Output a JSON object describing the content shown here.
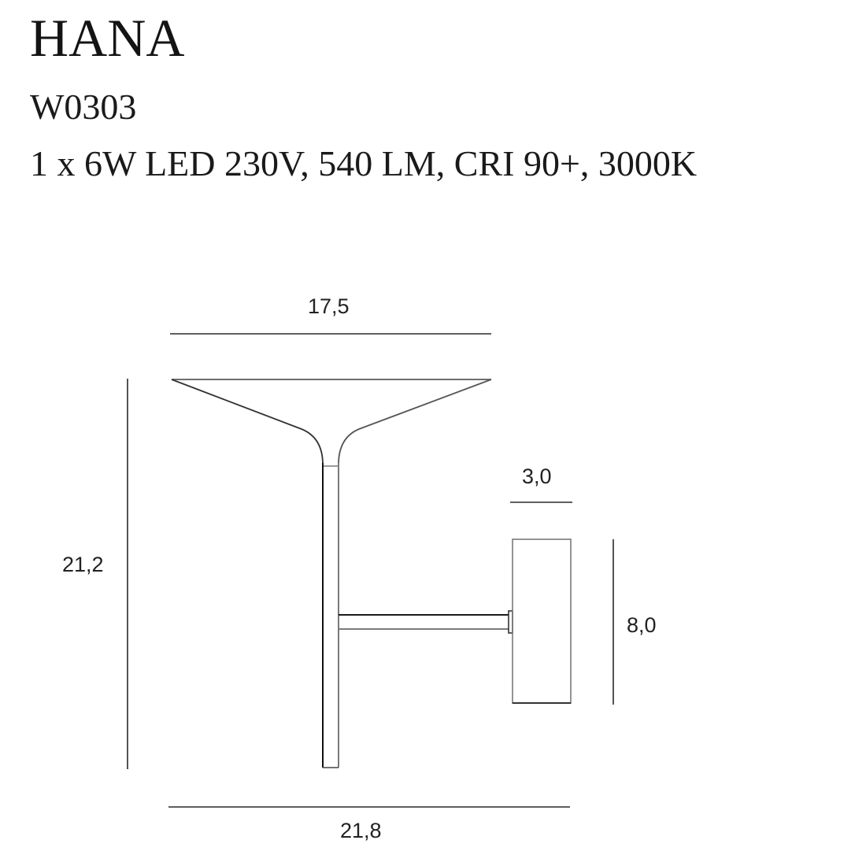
{
  "header": {
    "title": "HANA",
    "model_code": "W0303",
    "specs": "1 x 6W LED 230V, 540 LM, CRI 90+, 3000K"
  },
  "drawing": {
    "unit_hint": "cm",
    "dimensions": {
      "shade_width": "17,5",
      "total_height": "21,2",
      "total_depth": "21,8",
      "wall_plate_depth": "3,0",
      "wall_plate_height": "8,0"
    },
    "colors": {
      "line": "#222222",
      "line_light": "#8a8a8a",
      "background": "#ffffff"
    }
  }
}
